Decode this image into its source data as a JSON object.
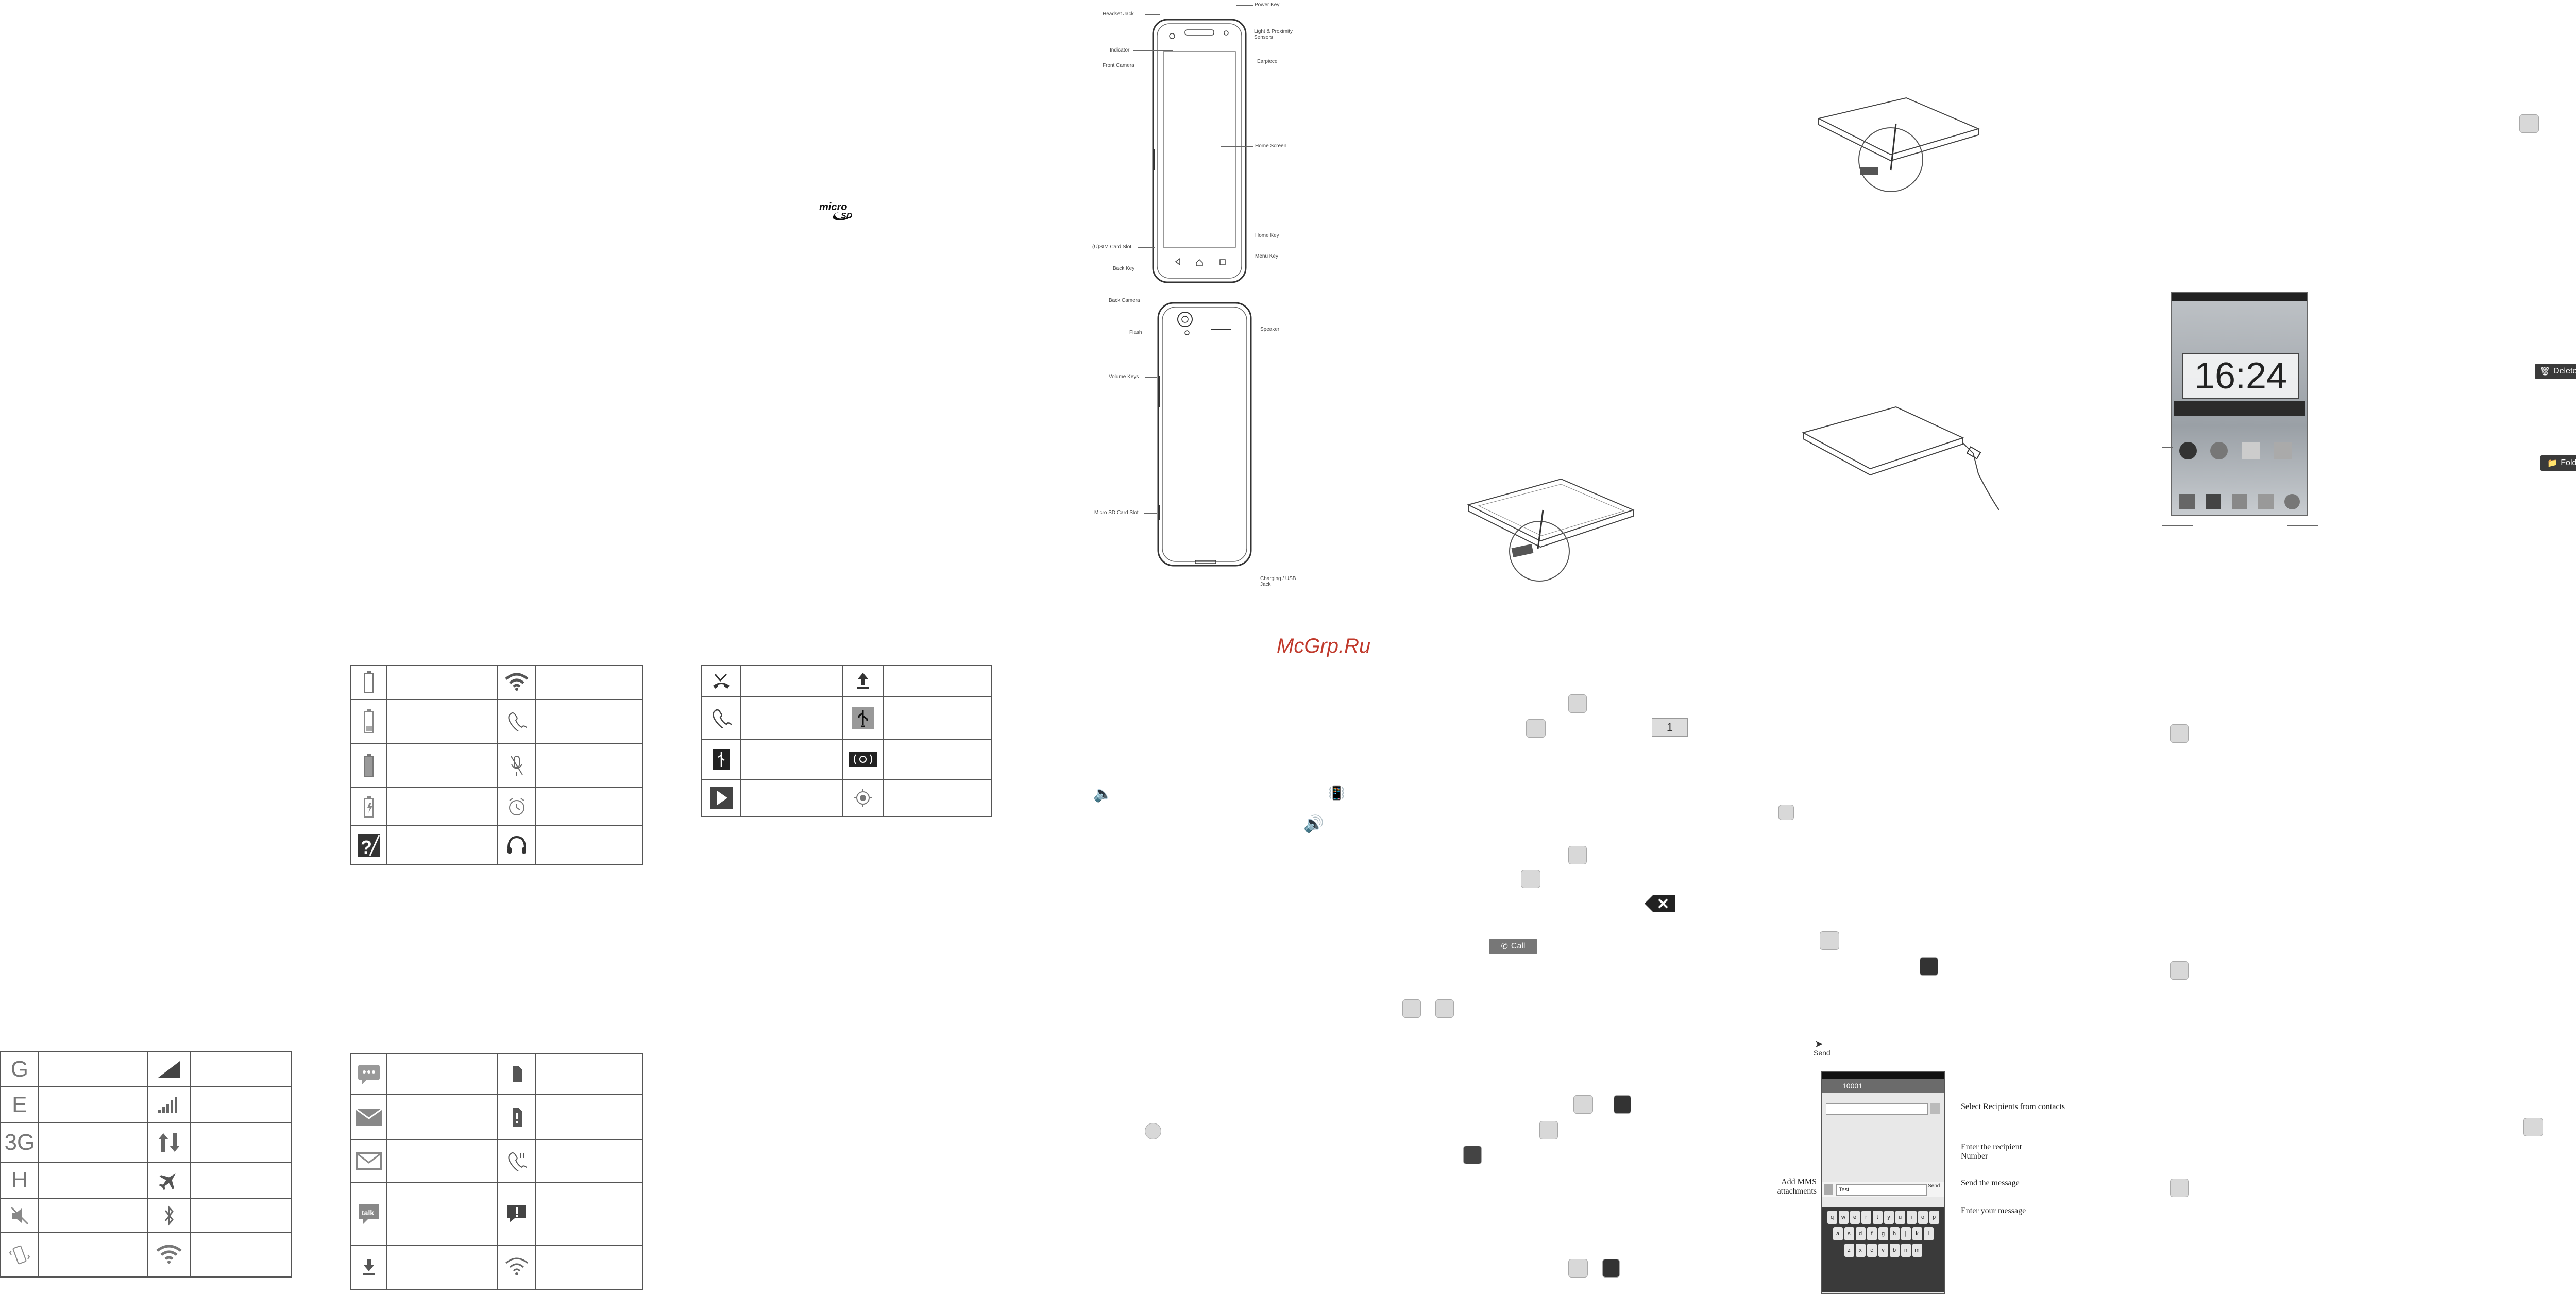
{
  "watermark": "McGrp.Ru",
  "micro_sd_logo": "micro SD",
  "phone_front_labels": {
    "headset_jack": "Headset Jack",
    "power_key": "Power Key",
    "light_proximity": "Light & Proximity Sensors",
    "indicator": "Indicator",
    "front_camera": "Front Camera",
    "earpiece": "Earpiece",
    "home_screen": "Home Screen",
    "home_key": "Home Key",
    "usim_slot": "(U)SIM Card Slot",
    "back_key": "Back Key",
    "menu_key": "Menu Key"
  },
  "phone_back_labels": {
    "back_camera": "Back Camera",
    "flash": "Flash",
    "speaker": "Speaker",
    "volume_keys": "Volume Keys",
    "micro_sd_slot": "Micro SD Card Slot",
    "charging_jack": "Charging / USB Jack"
  },
  "home_screen": {
    "clock": "16:24"
  },
  "buttons": {
    "delete": "Delete",
    "folder": "Folder",
    "call": "Call",
    "dial_one": "1",
    "send": "Send"
  },
  "messaging": {
    "recipient_number": "10001",
    "message_text": "Test",
    "send_label": "Send",
    "callouts": {
      "select_recipients": "Select Recipients from contacts",
      "enter_recipient": "Enter the recipient Number",
      "send_message": "Send the message",
      "add_mms": "Add MMS attachments",
      "enter_message": "Enter your message"
    },
    "keyboard_rows": [
      [
        "q",
        "w",
        "e",
        "r",
        "t",
        "y",
        "u",
        "i",
        "o",
        "p"
      ],
      [
        "a",
        "s",
        "d",
        "f",
        "g",
        "h",
        "j",
        "k",
        "l"
      ],
      [
        "z",
        "x",
        "c",
        "v",
        "b",
        "n",
        "m"
      ]
    ]
  },
  "network_icons_text": [
    "G",
    "E",
    "3G",
    "H"
  ]
}
